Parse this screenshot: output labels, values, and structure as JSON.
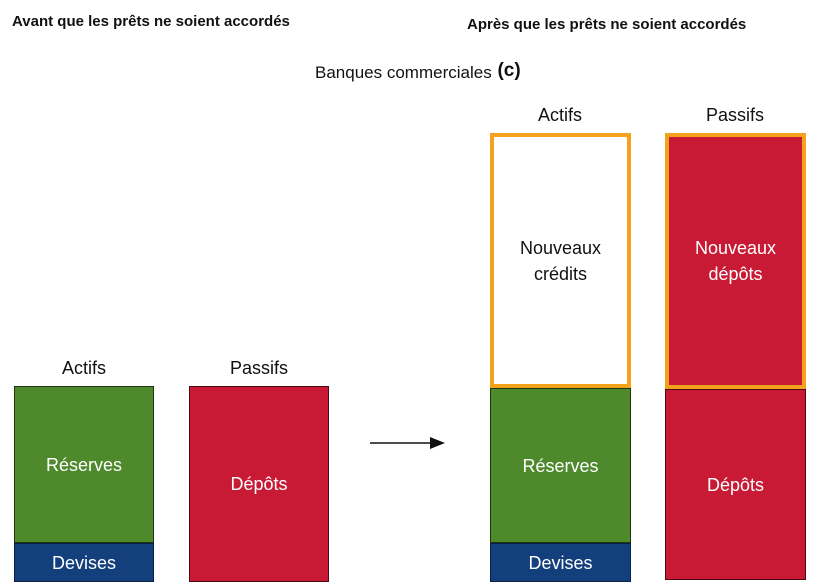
{
  "headings": {
    "before": "Avant que les prêts ne soient accordés",
    "after": "Après que les prêts ne soient accordés",
    "subtitle": "Banques commerciales",
    "marker": "(c)"
  },
  "before": {
    "assets_label": "Actifs",
    "liabilities_label": "Passifs",
    "reserves": "Réserves",
    "currency": "Devises",
    "deposits": "Dépôts"
  },
  "after": {
    "assets_label": "Actifs",
    "liabilities_label": "Passifs",
    "new_credits": "Nouveaux\ncrédits",
    "new_deposits": "Nouveaux\ndépôts",
    "reserves": "Réserves",
    "currency": "Devises",
    "deposits": "Dépôts"
  },
  "colors": {
    "reserves": "#4e8a2b",
    "currency": "#143f7d",
    "deposits": "#c81a35",
    "new_highlight": "#f4a11c"
  }
}
